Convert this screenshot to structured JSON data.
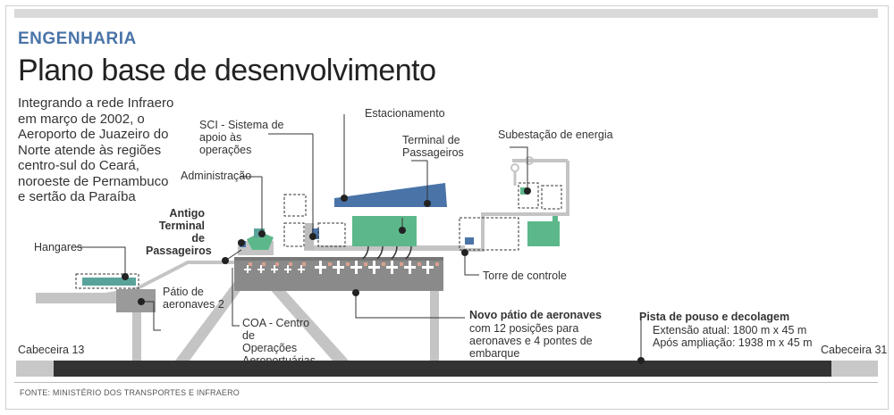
{
  "section": "ENGENHARIA",
  "title": "Plano base de desenvolvimento",
  "intro": "Integrando a rede Infraero em março de 2002, o Aeroporto de Juazeiro do Norte atende às regiões centro-sul do Ceará, noroeste de Pernambuco e sertão da Paraíba",
  "labels": {
    "sci": "SCI - Sistema de apoio às operações",
    "estacionamento": "Estacionamento",
    "terminal": "Terminal de Passageiros",
    "subestacao": "Subestação de energia",
    "administracao": "Administração",
    "antigo": "Antigo Terminal de Passageiros",
    "hangares": "Hangares",
    "patio2": "Pátio de aeronaves 2",
    "torre": "Torre de controle",
    "coa": "COA - Centro de Operações Aeroportuárias",
    "novo_patio_title": "Novo pátio de aeronaves",
    "novo_patio_desc": "com 12 posições para aeronaves e 4 pontes de embarque",
    "pista_title": "Pista de pouso e decolagem",
    "pista_atual": "Extensão atual:  1800 m x 45 m",
    "pista_ampliacao": "Após ampliação: 1938 m x 45 m",
    "cabeceira13": "Cabeceira 13",
    "cabeceira31": "Cabeceira 31"
  },
  "source": "FONTE: MINISTÉRIO DOS TRANSPORTES E INFRAERO",
  "colors": {
    "accent_blue": "#4a74a8",
    "building_green": "#5cb88a",
    "apron_gray": "#8a8a8a",
    "runway": "#333333",
    "taxiway": "#c4c4c4",
    "hangar_teal": "#5aa39a"
  }
}
